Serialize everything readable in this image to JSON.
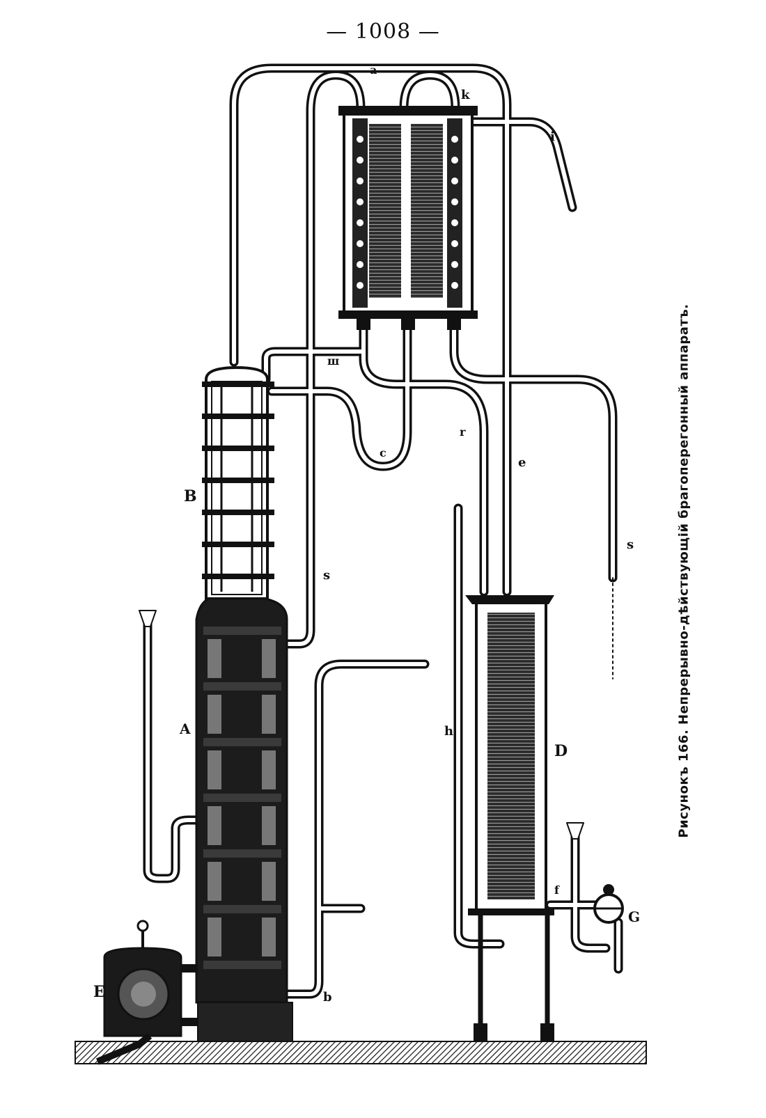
{
  "page": {
    "number": "— 1008 —"
  },
  "caption": "Рисунокъ 166. Непрерывно-дѣйствующій брагоперегонный аппаратъ.",
  "labels": {
    "a": "a",
    "k": "k",
    "i": "i",
    "m": "ш",
    "c1": "c",
    "r": "r",
    "e": "e",
    "B": "B",
    "s1": "s",
    "s2": "s",
    "A": "A",
    "h": "h",
    "D": "D",
    "f": "f",
    "G": "G",
    "E": "E",
    "b": "b"
  }
}
